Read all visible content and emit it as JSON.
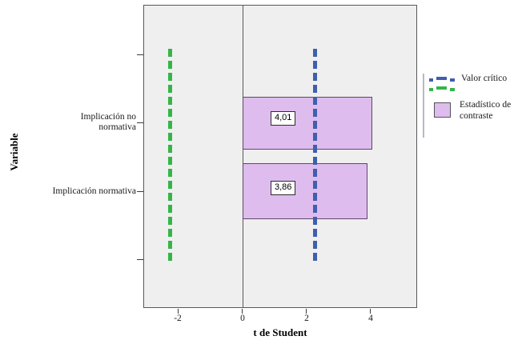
{
  "chart_data": {
    "type": "bar",
    "orientation": "horizontal",
    "title": "",
    "xlabel": "t de Student",
    "ylabel": "Variable",
    "categories": [
      "Implicación no normativa",
      "Implicación normativa"
    ],
    "values": [
      4.01,
      3.86
    ],
    "value_labels": [
      "4,01",
      "3,86"
    ],
    "xlim": [
      -3.1,
      5.45
    ],
    "xticks": [
      -2,
      0,
      2,
      4
    ],
    "xtick_labels": [
      "-2",
      "0",
      "2",
      "4"
    ],
    "grid": false,
    "legend_position": "right",
    "reference_lines": [
      {
        "name": "critical-value-positive",
        "value": 2.2,
        "color": "#3f5fae",
        "style": "dashed"
      },
      {
        "name": "critical-value-negative",
        "value": -2.3,
        "color": "#35b54a",
        "style": "dashed"
      }
    ],
    "series": [
      {
        "name": "Estadístico de contraste",
        "values": [
          4.01,
          3.86
        ],
        "color": "#debcee"
      }
    ],
    "legend": [
      {
        "label": "Valor crítico",
        "type": "dashed-lines",
        "colors": [
          "#3f5fae",
          "#35b54a"
        ]
      },
      {
        "label": "Estadístico de\ncontraste",
        "type": "box",
        "color": "#debcee"
      }
    ],
    "plot_background": "#efefef",
    "bar_fill": "#debcee",
    "bar_border": "#5b4a63"
  },
  "axes": {
    "x_title": "t de Student",
    "y_title": "Variable",
    "x_ticks": [
      {
        "label": "-2",
        "value": -2
      },
      {
        "label": "0",
        "value": 0
      },
      {
        "label": "2",
        "value": 2
      },
      {
        "label": "4",
        "value": 4
      }
    ],
    "y_ticks": [
      {
        "label": ""
      },
      {
        "label": "Implicación no\nnormativa"
      },
      {
        "label": "Implicación normativa"
      },
      {
        "label": ""
      }
    ]
  },
  "bars": [
    {
      "name": "bar-implicacion-no-normativa",
      "label": "4,01",
      "value": 4.01
    },
    {
      "name": "bar-implicacion-normativa",
      "label": "3,86",
      "value": 3.86
    }
  ],
  "legend": {
    "item1_label": "Valor crítico",
    "item2_label": "Estadístico de\ncontraste"
  }
}
